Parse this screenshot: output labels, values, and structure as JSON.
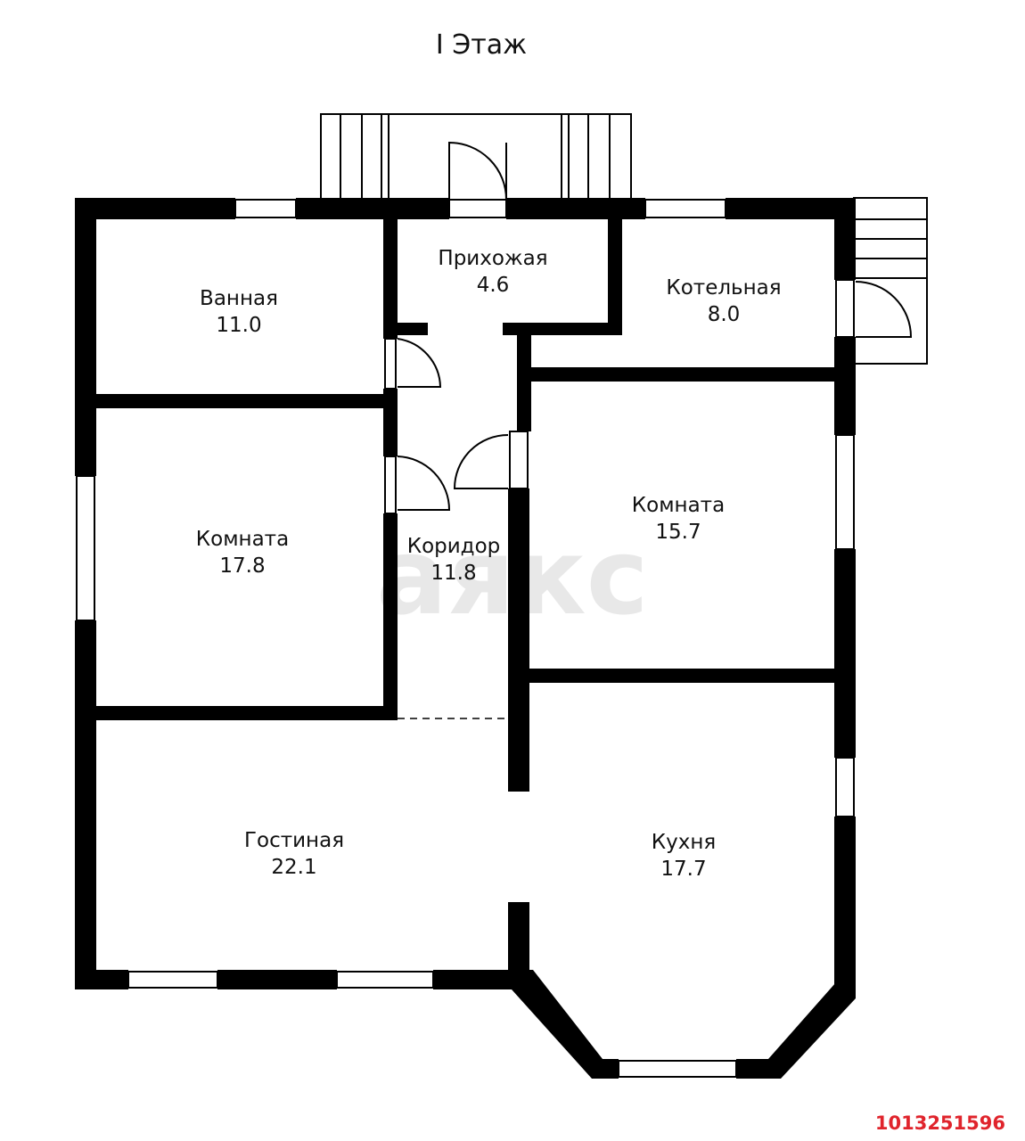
{
  "plan": {
    "title": "I Этаж",
    "listing_id": "1013251596",
    "watermark_icon": "yaks-logo-icon",
    "colors": {
      "wall": "#000000",
      "background": "#ffffff",
      "listing_id": "#e0242c",
      "watermark": "#e6e6e6"
    }
  },
  "rooms": [
    {
      "key": "bathroom",
      "name": "Ванная",
      "area": "11.0"
    },
    {
      "key": "hallway",
      "name": "Прихожая",
      "area": "4.6"
    },
    {
      "key": "boiler",
      "name": "Котельная",
      "area": "8.0"
    },
    {
      "key": "room_left",
      "name": "Комната",
      "area": "17.8"
    },
    {
      "key": "corridor",
      "name": "Коридор",
      "area": "11.8"
    },
    {
      "key": "room_right",
      "name": "Комната",
      "area": "15.7"
    },
    {
      "key": "living",
      "name": "Гостиная",
      "area": "22.1"
    },
    {
      "key": "kitchen",
      "name": "Кухня",
      "area": "17.7"
    }
  ]
}
